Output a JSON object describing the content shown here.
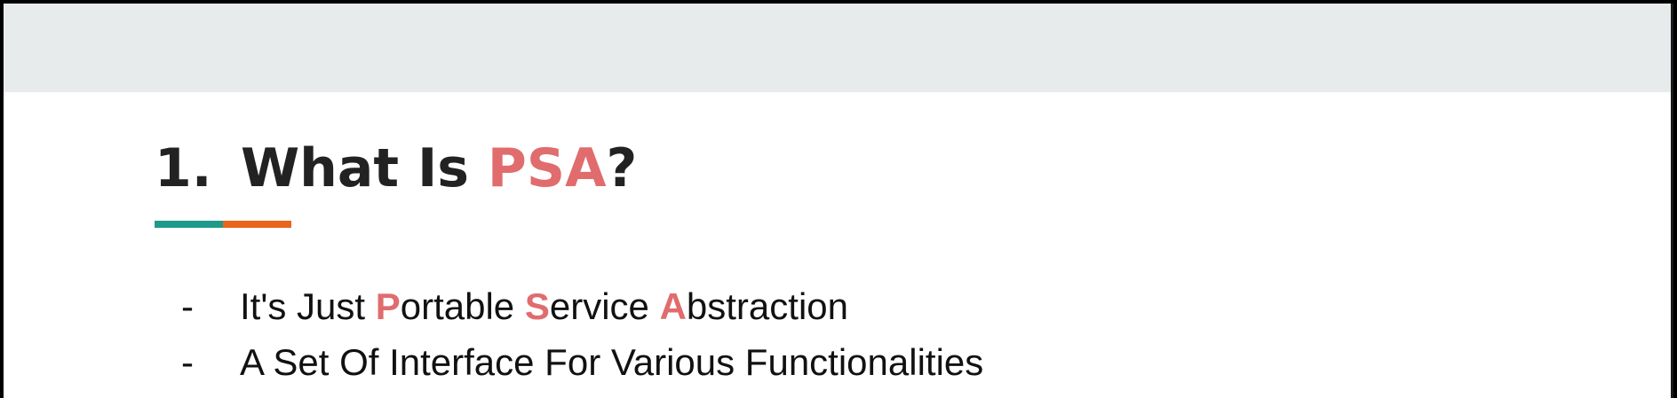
{
  "slide": {
    "title": {
      "number": "1.",
      "prefix": "What Is ",
      "highlight": "PSA",
      "suffix": "?"
    },
    "colors": {
      "accent": "#e06c6e",
      "underline_left": "#1f9a8a",
      "underline_right": "#e8651e",
      "header_band": "#e8ebec"
    },
    "bullets": [
      {
        "marker": "-",
        "parts": [
          {
            "text": "It's Just ",
            "highlight": false
          },
          {
            "text": "P",
            "highlight": true
          },
          {
            "text": "ortable ",
            "highlight": false
          },
          {
            "text": "S",
            "highlight": true
          },
          {
            "text": "ervice ",
            "highlight": false
          },
          {
            "text": "A",
            "highlight": true
          },
          {
            "text": "bstraction",
            "highlight": false
          }
        ]
      },
      {
        "marker": "-",
        "parts": [
          {
            "text": "A Set Of Interface For Various Functionalities",
            "highlight": false
          }
        ]
      }
    ]
  }
}
